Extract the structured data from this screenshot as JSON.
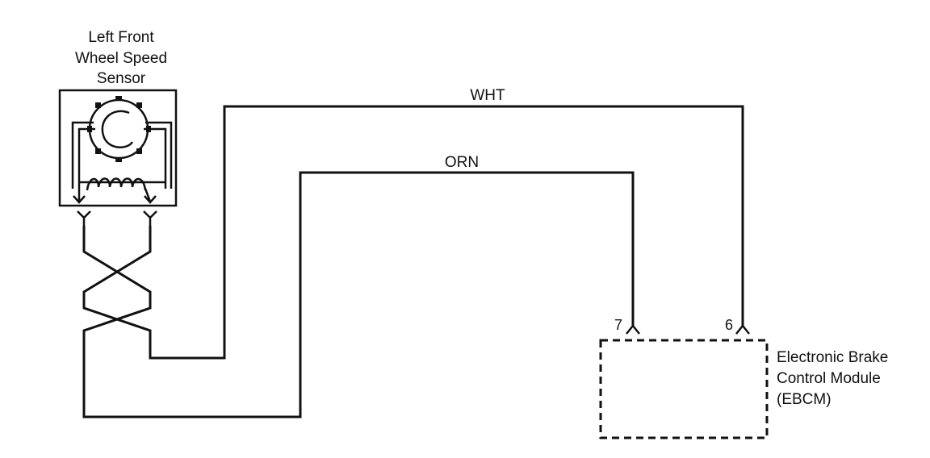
{
  "sensor": {
    "label_lines": [
      "Left Front",
      "Wheel Speed",
      "Sensor"
    ]
  },
  "wires": {
    "wht_label": "WHT",
    "orn_label": "ORN"
  },
  "module": {
    "label_lines": [
      "Electronic Brake",
      "Control Module",
      "(EBCM)"
    ],
    "pin_orn": "7",
    "pin_wht": "6"
  }
}
